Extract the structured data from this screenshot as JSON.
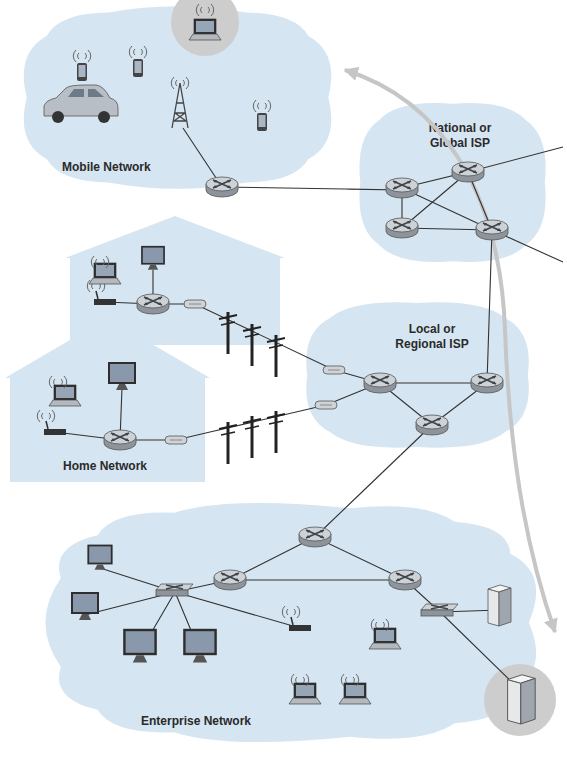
{
  "diagram": {
    "nodes": [
      {
        "text": [
          "Mobile Network"
        ]
      },
      {
        "text": [
          "National or Global ISP"
        ]
      },
      {
        "text": [
          "Local or Regional ISP"
        ]
      },
      {
        "text": [
          "Home Network"
        ]
      },
      {
        "text": [
          "Enterprise Network"
        ]
      }
    ],
    "edges": [
      {
        "from": 0,
        "to": 1,
        "arrow": "none"
      },
      {
        "from": 1,
        "to": 2,
        "arrow": "none"
      },
      {
        "from": 2,
        "to": 3,
        "arrow": "none"
      },
      {
        "from": 2,
        "to": 4,
        "arrow": "none"
      },
      {
        "from": 0,
        "to": 4,
        "arrow": "both"
      }
    ]
  }
}
